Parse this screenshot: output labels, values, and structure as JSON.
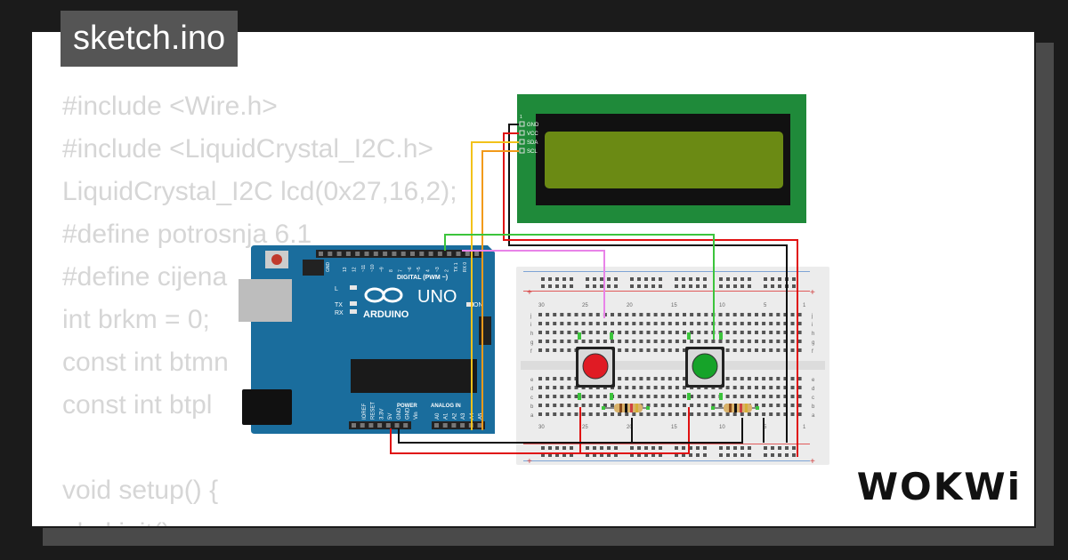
{
  "title": "sketch.ino",
  "code_lines": [
    "#include <Wire.h>",
    "#include <LiquidCrystal_I2C.h>",
    "LiquidCrystal_I2C lcd(0x27,16,2);",
    "#define potrosnja 6.1",
    "#define cijena",
    "int brkm = 0;",
    "const int btmn",
    "const int btpl",
    "",
    "void setup() {",
    "  lcd.init();"
  ],
  "brand": "WOKWi",
  "board": {
    "model": "UNO",
    "brand": "ARDUINO",
    "digital_header": "DIGITAL (PWM ~)",
    "power_header": "POWER",
    "analog_header": "ANALOG IN",
    "pin_aref": "AREF",
    "pin_gnd": "GND",
    "digital_pins": [
      "13",
      "12",
      "~11",
      "~10",
      "~9",
      "8",
      "7",
      "~6",
      "~5",
      "4",
      "~3",
      "2",
      "TX 1",
      "RX 0"
    ],
    "power_pins": [
      "IOREF",
      "RESET",
      "3.3V",
      "5V",
      "GND",
      "GND",
      "Vin"
    ],
    "analog_pins": [
      "A0",
      "A1",
      "A2",
      "A3",
      "A4",
      "A5"
    ],
    "leds": [
      "L",
      "TX",
      "RX"
    ],
    "on_label": "ON"
  },
  "lcd": {
    "pin_number": "1",
    "pins": [
      "GND",
      "VCC",
      "SDA",
      "SCL"
    ]
  },
  "breadboard": {
    "col_numbers": [
      "30",
      "25",
      "20",
      "15",
      "10",
      "5",
      "1"
    ],
    "row_letters_top": [
      "j",
      "i",
      "h",
      "g",
      "f"
    ],
    "row_letters_bottom": [
      "e",
      "d",
      "c",
      "b",
      "a"
    ]
  },
  "buttons": [
    {
      "color": "#e01b24"
    },
    {
      "color": "#16a329"
    }
  ],
  "colors": {
    "board_blue": "#1a6d9d",
    "lcd_green": "#1f8a3a",
    "lcd_screen": "#6b8a14",
    "wire_red": "#e01010",
    "wire_black": "#111111",
    "wire_green": "#3cc43c",
    "wire_yellow": "#f2c21a",
    "wire_orange": "#f29a1a",
    "wire_pink": "#e883e8"
  }
}
